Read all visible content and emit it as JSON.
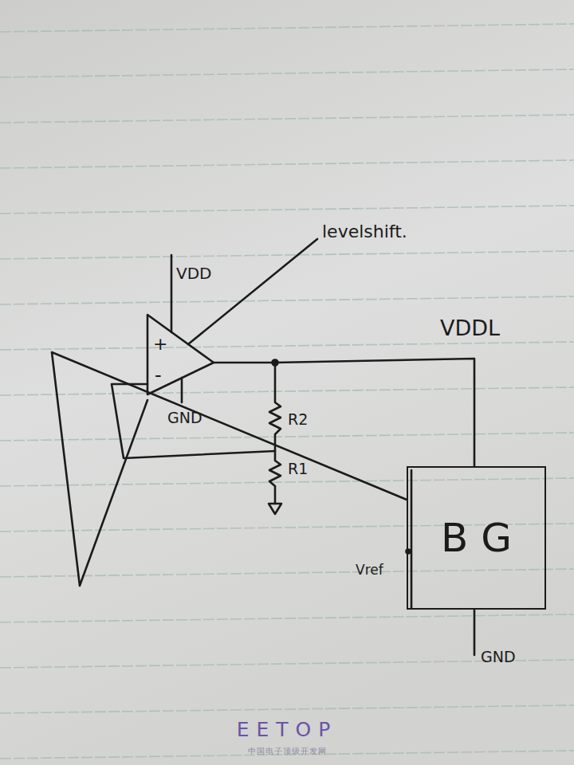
{
  "diagram": {
    "nodes": [
      {
        "text": [
          "+",
          "-"
        ]
      },
      {
        "text": [
          "B G"
        ]
      }
    ],
    "edges": [
      {
        "from": 0,
        "to": 1,
        "arrow": "none"
      },
      {
        "from": 1,
        "to": 0,
        "arrow": "none"
      }
    ],
    "labels": [
      "VDD",
      "levelshift.",
      "GND",
      "R2",
      "R1",
      "VDDL",
      "Vref",
      "GND",
      "EETOP",
      "中国电子顶级开发网"
    ]
  }
}
